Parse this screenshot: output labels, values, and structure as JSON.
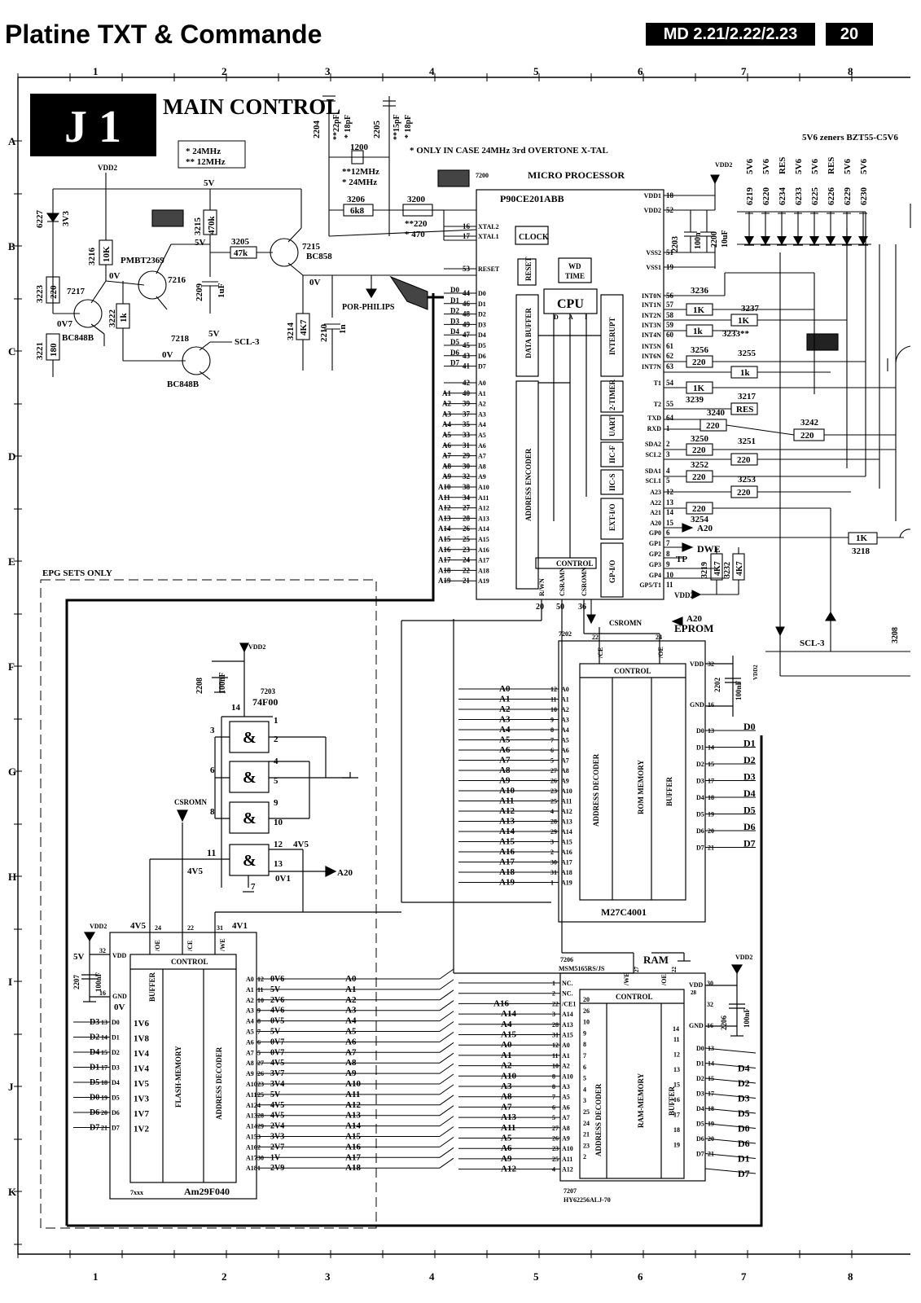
{
  "header": {
    "title": "Platine TXT & Commande",
    "model": "MD 2.21/2.22/2.23",
    "page": "20"
  },
  "frame": {
    "columns": [
      "1",
      "2",
      "3",
      "4",
      "5",
      "6",
      "7",
      "8"
    ],
    "rows": [
      "A",
      "B",
      "C",
      "D",
      "E",
      "F",
      "G",
      "H",
      "I",
      "J",
      "K"
    ]
  },
  "diagram": {
    "sheet_id": "J 1",
    "sheet_title": "MAIN CONTROL",
    "crystal_note": [
      "* 24MHz",
      "** 12MHz"
    ],
    "overtone_note": "* ONLY IN CASE 24MHz 3rd OVERTONE X-TAL",
    "zener_note": "5V6 zeners BZT55-C5V6",
    "epg_note": "EPG SETS ONLY",
    "labels": {
      "vdd2": "VDD2",
      "v5": "5V",
      "v0": "0V",
      "v07": "0V7",
      "v45": "4V5",
      "v41": "4V1",
      "v01": "0V1",
      "scl3": "SCL-3",
      "por": "POR-PHILIPS",
      "csromn": "CSROMN",
      "a20": "A20",
      "dwe": "DWE",
      "tp": "TP",
      "eprom": "EPROM",
      "ram": "RAM",
      "vdd": "VDD",
      "gnd": "GND",
      "ov": "0V",
      "control": "CONTROL"
    },
    "components": {
      "d6227": "6227",
      "d6227v": "3V3",
      "r3216": "3216",
      "r3216v": "10K",
      "r3223": "3223",
      "r3223v": "220",
      "q7217": "7217",
      "q7217t": "BC848B",
      "r3221": "3221",
      "r3221v": "180",
      "r3222": "3222",
      "r3222v": "1k",
      "q7216t": "PMBT2369",
      "q7216": "7216",
      "q7218": "7218",
      "q7218t": "BC848B",
      "r3215": "3215",
      "r3215v": "470k",
      "r3205": "3205",
      "r3205v": "47k",
      "c2209": "2209",
      "c2209v": "1uF",
      "q7215": "7215",
      "q7215t": "BC858",
      "r3214": "3214",
      "r3214v": "4K7",
      "c2210": "2210",
      "c2210v": "1n",
      "c2204": "2204",
      "c2204v": "**22pF",
      "c2204v2": "* 18pF",
      "x1200": "1200",
      "x1200v": "**12MHz",
      "x1200v2": "* 24MHz",
      "c2205": "2205",
      "c2205v": "**15pF",
      "c2205v2": "* 18pF",
      "r3206": "3206",
      "r3206v": "6k8",
      "r3200": "3200",
      "r3200v": "**220",
      "r3200v2": "* 470",
      "c2203": "2203",
      "c2203v": "100n",
      "c2200": "2200",
      "c2200v": "10uF",
      "c2208": "2208",
      "c2208v": "100nF",
      "c2202": "2202",
      "c2202v": "100nF",
      "c2207": "2207",
      "c2207v": "100nF",
      "c2206": "2206",
      "c2206v": "100nF",
      "r3236": "3236",
      "r3237": "3237",
      "r3233": "3233**",
      "r3256": "3256",
      "r3255": "3255",
      "r3239": "3239",
      "r3217": "3217",
      "r3217v": "RES",
      "r3240": "3240",
      "r3242": "3242",
      "r3250": "3250",
      "r3251": "3251",
      "r3252": "3252",
      "r3253": "3253",
      "r3254": "3254",
      "r3218": "3218",
      "r3219": "3219",
      "r3232": "3232",
      "r3208": "3208",
      "v1k": "1K",
      "v1k2": "1k",
      "v220": "220",
      "v4k7": "4K7"
    },
    "zeners": [
      {
        "ref": "6219",
        "val": "5V6"
      },
      {
        "ref": "6220",
        "val": "5V6"
      },
      {
        "ref": "6234",
        "val": "RES"
      },
      {
        "ref": "6233",
        "val": "5V6"
      },
      {
        "ref": "6225",
        "val": "5V6"
      },
      {
        "ref": "6226",
        "val": "RES"
      },
      {
        "ref": "6229",
        "val": "5V6"
      },
      {
        "ref": "6230",
        "val": "5V6"
      }
    ],
    "micro": {
      "ref": "7200",
      "title": "MICRO PROCESSOR",
      "part": "P90CE201ABB",
      "blocks": {
        "clock": "CLOCK",
        "reset": "RESET",
        "wd": "WD",
        "time": "TIME",
        "cpu": "CPU",
        "d": "D",
        "a": "A",
        "i": "I",
        "data_buffer": "DATA BUFFER",
        "address_encoder": "ADDRESS ENCODER",
        "interupt": "INTERUPT",
        "timer": "2-TIMER",
        "uart": "UART",
        "iicf": "IIC-F",
        "iics": "IIC-S",
        "extio": "EXT-I/O",
        "gpio": "GP-I/O",
        "control": "CONTROL"
      },
      "left_pins": [
        {
          "sig": "XTAL2",
          "num": "16"
        },
        {
          "sig": "XTAL1",
          "num": "17"
        },
        {
          "sig": "RESET",
          "num": "53"
        },
        {
          "sig": "D0",
          "num": "44"
        },
        {
          "sig": "D1",
          "num": "46"
        },
        {
          "sig": "D2",
          "num": "48"
        },
        {
          "sig": "D3",
          "num": "49"
        },
        {
          "sig": "D4",
          "num": "47"
        },
        {
          "sig": "D5",
          "num": "45"
        },
        {
          "sig": "D6",
          "num": "43"
        },
        {
          "sig": "D7",
          "num": "41"
        },
        {
          "sig": "A0",
          "num": "42"
        },
        {
          "sig": "A1",
          "num": "40"
        },
        {
          "sig": "A2",
          "num": "39"
        },
        {
          "sig": "A3",
          "num": "37"
        },
        {
          "sig": "A4",
          "num": "35"
        },
        {
          "sig": "A5",
          "num": "33"
        },
        {
          "sig": "A6",
          "num": "31"
        },
        {
          "sig": "A7",
          "num": "29"
        },
        {
          "sig": "A8",
          "num": "30"
        },
        {
          "sig": "A9",
          "num": "32"
        },
        {
          "sig": "A10",
          "num": "38"
        },
        {
          "sig": "A11",
          "num": "34"
        },
        {
          "sig": "A12",
          "num": "27"
        },
        {
          "sig": "A13",
          "num": "28"
        },
        {
          "sig": "A14",
          "num": "26"
        },
        {
          "sig": "A15",
          "num": "25"
        },
        {
          "sig": "A16",
          "num": "23"
        },
        {
          "sig": "A17",
          "num": "24"
        },
        {
          "sig": "A18",
          "num": "22"
        },
        {
          "sig": "A19",
          "num": "21"
        }
      ],
      "right_pins": [
        {
          "sig": "VDD1",
          "num": "18"
        },
        {
          "sig": "VDD2",
          "num": "52"
        },
        {
          "sig": "VSS2",
          "num": "51"
        },
        {
          "sig": "VSS1",
          "num": "19"
        },
        {
          "sig": "INT0N",
          "num": "56"
        },
        {
          "sig": "INT1N",
          "num": "57"
        },
        {
          "sig": "INT2N",
          "num": "58"
        },
        {
          "sig": "INT3N",
          "num": "59"
        },
        {
          "sig": "INT4N",
          "num": "60"
        },
        {
          "sig": "INT5N",
          "num": "61"
        },
        {
          "sig": "INT6N",
          "num": "62"
        },
        {
          "sig": "INT7N",
          "num": "63"
        },
        {
          "sig": "T1",
          "num": "54"
        },
        {
          "sig": "T2",
          "num": "55"
        },
        {
          "sig": "TXD",
          "num": "64"
        },
        {
          "sig": "RXD",
          "num": "1"
        },
        {
          "sig": "SDA2",
          "num": "2"
        },
        {
          "sig": "SCL2",
          "num": "3"
        },
        {
          "sig": "SDA1",
          "num": "4"
        },
        {
          "sig": "SCL1",
          "num": "5"
        },
        {
          "sig": "A23",
          "num": "12"
        },
        {
          "sig": "A22",
          "num": "13"
        },
        {
          "sig": "A21",
          "num": "14"
        },
        {
          "sig": "A20",
          "num": "15"
        },
        {
          "sig": "GP0",
          "num": "6"
        },
        {
          "sig": "GP1",
          "num": "7"
        },
        {
          "sig": "GP2",
          "num": "8"
        },
        {
          "sig": "GP3",
          "num": "9"
        },
        {
          "sig": "GP4",
          "num": "10"
        },
        {
          "sig": "GP5/T1",
          "num": "11"
        }
      ],
      "bottom_pins": [
        {
          "sig": "R/WN",
          "num": "20"
        },
        {
          "sig": "CSRAMN",
          "num": "50"
        },
        {
          "sig": "CSROMN",
          "num": "36"
        }
      ]
    },
    "gate": {
      "ref": "7203",
      "part": "74F00",
      "pins": [
        "14",
        "3",
        "1",
        "2",
        "6",
        "4",
        "5",
        "8",
        "9",
        "10",
        "11",
        "12",
        "13",
        "7"
      ],
      "symbol": "&"
    },
    "eprom": {
      "ref": "7202",
      "part": "M27C4001",
      "blocks": [
        "ADDRESS DECODER",
        "ROM MEMORY",
        "BUFFER"
      ],
      "top": [
        {
          "sig": "/CE",
          "num": "22"
        },
        {
          "sig": "/OE",
          "num": "24"
        }
      ],
      "addr": [
        [
          "A0",
          "12"
        ],
        [
          "A1",
          "11"
        ],
        [
          "A2",
          "10"
        ],
        [
          "A3",
          "9"
        ],
        [
          "A4",
          "8"
        ],
        [
          "A5",
          "7"
        ],
        [
          "A6",
          "6"
        ],
        [
          "A7",
          "5"
        ],
        [
          "A8",
          "27"
        ],
        [
          "A9",
          "26"
        ],
        [
          "A10",
          "23"
        ],
        [
          "A11",
          "25"
        ],
        [
          "A12",
          "4"
        ],
        [
          "A13",
          "28"
        ],
        [
          "A14",
          "29"
        ],
        [
          "A15",
          "3"
        ],
        [
          "A16",
          "2"
        ],
        [
          "A17",
          "30"
        ],
        [
          "A18",
          "31"
        ],
        [
          "A19",
          "1"
        ]
      ],
      "data": [
        [
          "D0",
          "13",
          "D0"
        ],
        [
          "D1",
          "14",
          "D1"
        ],
        [
          "D2",
          "15",
          "D2"
        ],
        [
          "D3",
          "17",
          "D3"
        ],
        [
          "D4",
          "18",
          "D4"
        ],
        [
          "D5",
          "19",
          "D5"
        ],
        [
          "D6",
          "20",
          "D6"
        ],
        [
          "D7",
          "21",
          "D7"
        ]
      ],
      "vdd_pin": "32",
      "gnd_pin": "16"
    },
    "flash": {
      "part": "Am29F040",
      "tag": "7xxx",
      "blocks": [
        "BUFFER",
        "FLASH-MEMORY",
        "ADDRESS DECODER"
      ],
      "top": [
        {
          "sig": "/OE",
          "num": "24"
        },
        {
          "sig": "/CE",
          "num": "22"
        },
        {
          "sig": "/WE",
          "num": "31"
        }
      ],
      "vdd_pin": "32",
      "gnd_pin": "16",
      "data": [
        [
          "D3",
          "13",
          "D0",
          "1V6"
        ],
        [
          "D2",
          "14",
          "D1",
          "1V8"
        ],
        [
          "D4",
          "15",
          "D2",
          "1V4"
        ],
        [
          "D1",
          "17",
          "D3",
          "1V4"
        ],
        [
          "D5",
          "18",
          "D4",
          "1V5"
        ],
        [
          "D0",
          "19",
          "D5",
          "1V3"
        ],
        [
          "D6",
          "20",
          "D6",
          "1V7"
        ],
        [
          "D7",
          "21",
          "D7",
          "1V2"
        ]
      ],
      "addr": [
        [
          "A0",
          "12",
          "0V6",
          "A0"
        ],
        [
          "A1",
          "11",
          "5V",
          "A1"
        ],
        [
          "A2",
          "10",
          "2V6",
          "A2"
        ],
        [
          "A3",
          "9",
          "4V6",
          "A3"
        ],
        [
          "A4",
          "8",
          "0V5",
          "A4"
        ],
        [
          "A5",
          "7",
          "5V",
          "A5"
        ],
        [
          "A6",
          "6",
          "0V7",
          "A6"
        ],
        [
          "A7",
          "5",
          "0V7",
          "A7"
        ],
        [
          "A8",
          "27",
          "4V5",
          "A8"
        ],
        [
          "A9",
          "26",
          "3V7",
          "A9"
        ],
        [
          "A10",
          "23",
          "3V4",
          "A10"
        ],
        [
          "A11",
          "25",
          "5V",
          "A11"
        ],
        [
          "A12",
          "4",
          "4V5",
          "A12"
        ],
        [
          "A13",
          "28",
          "4V5",
          "A13"
        ],
        [
          "A14",
          "29",
          "2V4",
          "A14"
        ],
        [
          "A15",
          "3",
          "3V3",
          "A15"
        ],
        [
          "A16",
          "2",
          "2V7",
          "A16"
        ],
        [
          "A17",
          "30",
          "1V",
          "A17"
        ],
        [
          "A18",
          "1",
          "2V9",
          "A18"
        ]
      ]
    },
    "sram": {
      "ref_top": "7206",
      "part_top": "MSM5165RS/JS",
      "ref_bot": "7207",
      "part_bot": "HY62256ALJ-70",
      "blocks": [
        "ADDRESS DECODER",
        "RAM-MEMORY",
        "BUFFER"
      ],
      "top": [
        {
          "sig": "/WE",
          "num": "27"
        },
        {
          "sig": "/OE",
          "num": "22"
        }
      ],
      "vdd_pin": "28",
      "gnd_pin": "14",
      "ctrl_pins": [
        "30",
        "32",
        "16"
      ],
      "left": [
        [
          "",
          "NC.",
          "1"
        ],
        [
          "",
          "NC.",
          "2"
        ],
        [
          "A16",
          "/CE1",
          "22"
        ],
        [
          "A14",
          "A14",
          "3"
        ],
        [
          "A4",
          "A13",
          "28"
        ],
        [
          "A15",
          "A15",
          "31"
        ],
        [
          "A0",
          "A0",
          "12"
        ],
        [
          "A1",
          "A1",
          "11"
        ],
        [
          "A2",
          "A2",
          "10"
        ],
        [
          "A10",
          "A10",
          "8"
        ],
        [
          "A3",
          "A3",
          "8"
        ],
        [
          "A8",
          "A5",
          "7"
        ],
        [
          "A7",
          "A6",
          "6"
        ],
        [
          "A13",
          "A7",
          "5"
        ],
        [
          "A11",
          "A8",
          "27"
        ],
        [
          "A5",
          "A9",
          "26"
        ],
        [
          "A6",
          "A10",
          "23"
        ],
        [
          "A9",
          "A11",
          "25"
        ],
        [
          "A12",
          "A12",
          "4"
        ]
      ],
      "inner": [
        "20",
        "26",
        "10",
        "9",
        "8",
        "7",
        "6",
        "5",
        "4",
        "3",
        "25",
        "24",
        "21",
        "23",
        "2"
      ],
      "data": [
        [
          "D0",
          "13",
          "11",
          ""
        ],
        [
          "D1",
          "14",
          "12",
          "D4"
        ],
        [
          "D2",
          "15",
          "13",
          "D2"
        ],
        [
          "D3",
          "17",
          "15",
          "D3"
        ],
        [
          "D4",
          "18",
          "16",
          "D5"
        ],
        [
          "D5",
          "19",
          "17",
          "D0"
        ],
        [
          "D6",
          "20",
          "18",
          "D6"
        ],
        [
          "D7",
          "21",
          "19",
          "D1"
        ],
        [
          "",
          "",
          "",
          "D7"
        ]
      ]
    }
  }
}
